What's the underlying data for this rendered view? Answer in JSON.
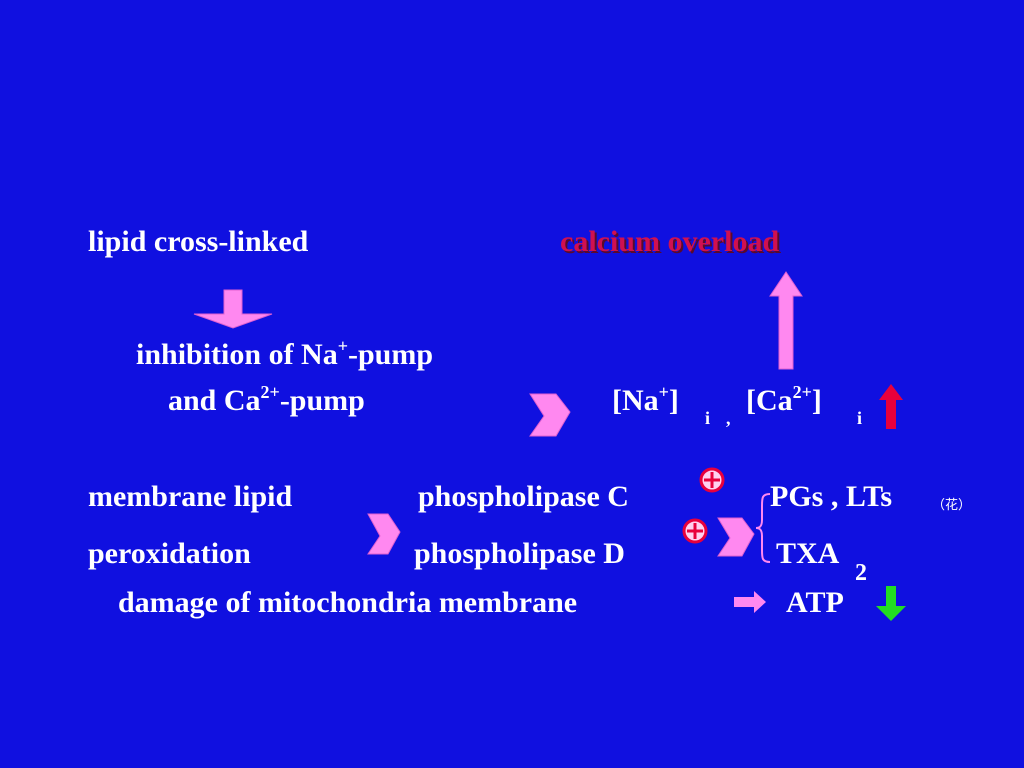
{
  "slide": {
    "lipid": "lipid cross-linked",
    "calcium": "calcium overload",
    "inhib1": "inhibition of Na",
    "inhib1_sup": "+",
    "inhib1_tail": "-pump",
    "inhib2": "and Ca",
    "inhib2_sup": "2+",
    "inhib2_tail": "-pump",
    "na_open": "[Na",
    "na_sup": "+",
    "na_close": "]",
    "i1": "i",
    "comma": ",",
    "ca_open": "[Ca",
    "ca_sup": "2+",
    "ca_close": "]",
    "i2": "i",
    "mem1": "membrane lipid",
    "mem2": "peroxidation",
    "plc": "phospholipase C",
    "pld": "phospholipase D",
    "pgs": "PGs , LTs",
    "note": "（花）",
    "txa": "TXA",
    "txa_sub": "2",
    "mito": "damage of mitochondria membrane",
    "atp": "ATP"
  },
  "colors": {
    "background": "#1010E0",
    "text": "#FFFFFF",
    "highlight": "#D01050",
    "pink_arrow": "#FF88F0",
    "red_arrow": "#E8003C",
    "green_arrow": "#22DD22"
  }
}
